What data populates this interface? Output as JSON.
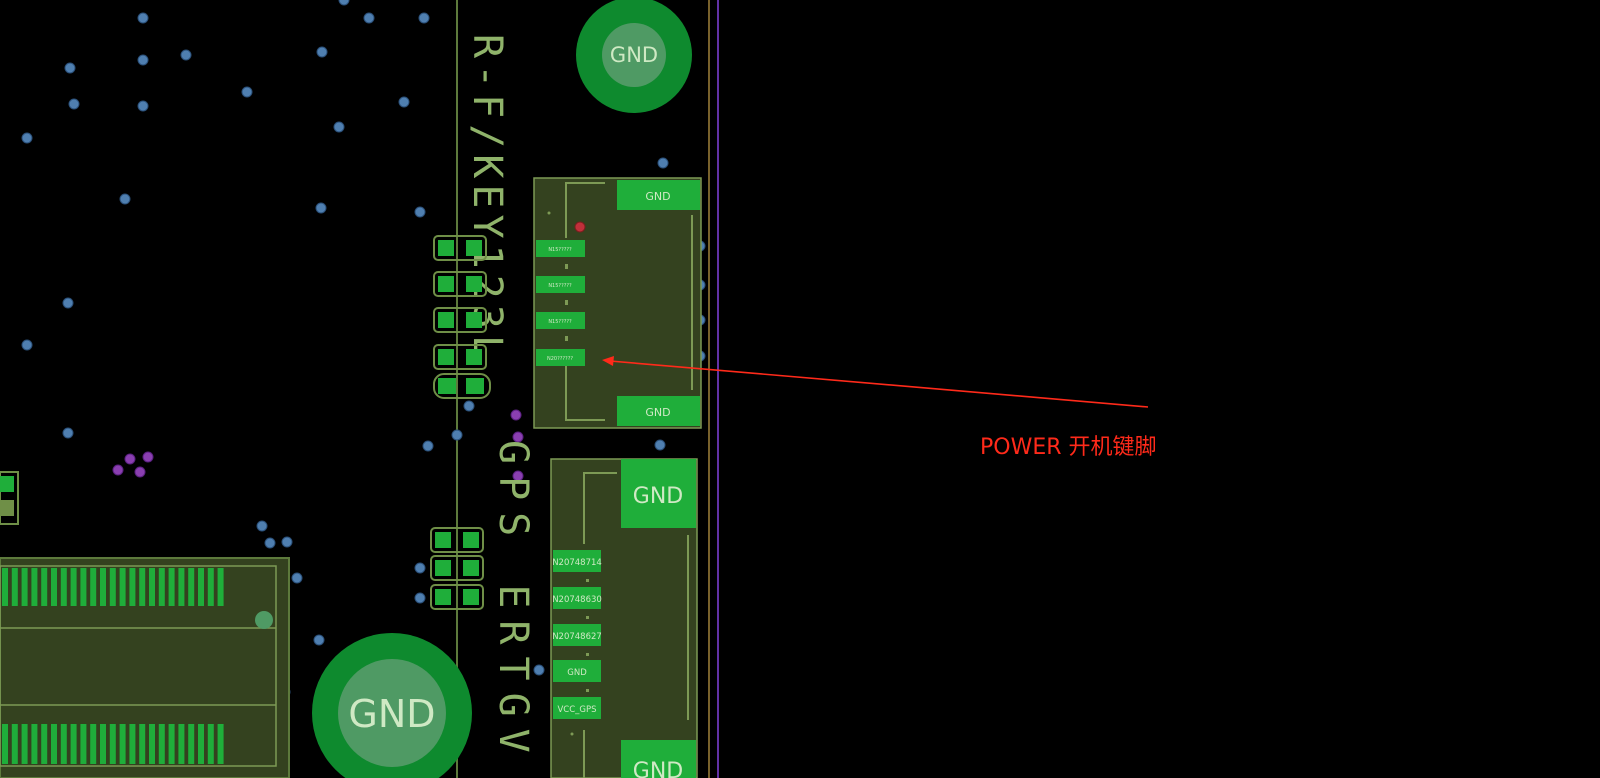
{
  "colors": {
    "background": "#000000",
    "board_fill": "#34421f",
    "board_edge": "#7d9a55",
    "pad_green": "#1fae3a",
    "via_blue": "#4f7fb0",
    "via_purple": "#8a3fb0",
    "annotation_red": "#ff2a1a",
    "gnd_ring": "#0e8a2e",
    "gnd_inner": "#4f9a64"
  },
  "silkscreen": {
    "vertical_label_left": "R-F/KEY123L",
    "vertical_label_right": "GPS ERTGV"
  },
  "gnd_pads": {
    "top": "GND",
    "bottom": "GND"
  },
  "connector_upper": {
    "top_pad": "GND",
    "bottom_pad": "GND",
    "pins": [
      "N15?????",
      "N15?????",
      "N15?????",
      "N20??????"
    ]
  },
  "connector_lower": {
    "top_pad": "GND",
    "bottom_pad": "GND",
    "pins": [
      "N20748714",
      "N20748630",
      "N20748627",
      "GND",
      "VCC_GPS"
    ]
  },
  "annotation": {
    "label": "POWER 开机键脚"
  }
}
